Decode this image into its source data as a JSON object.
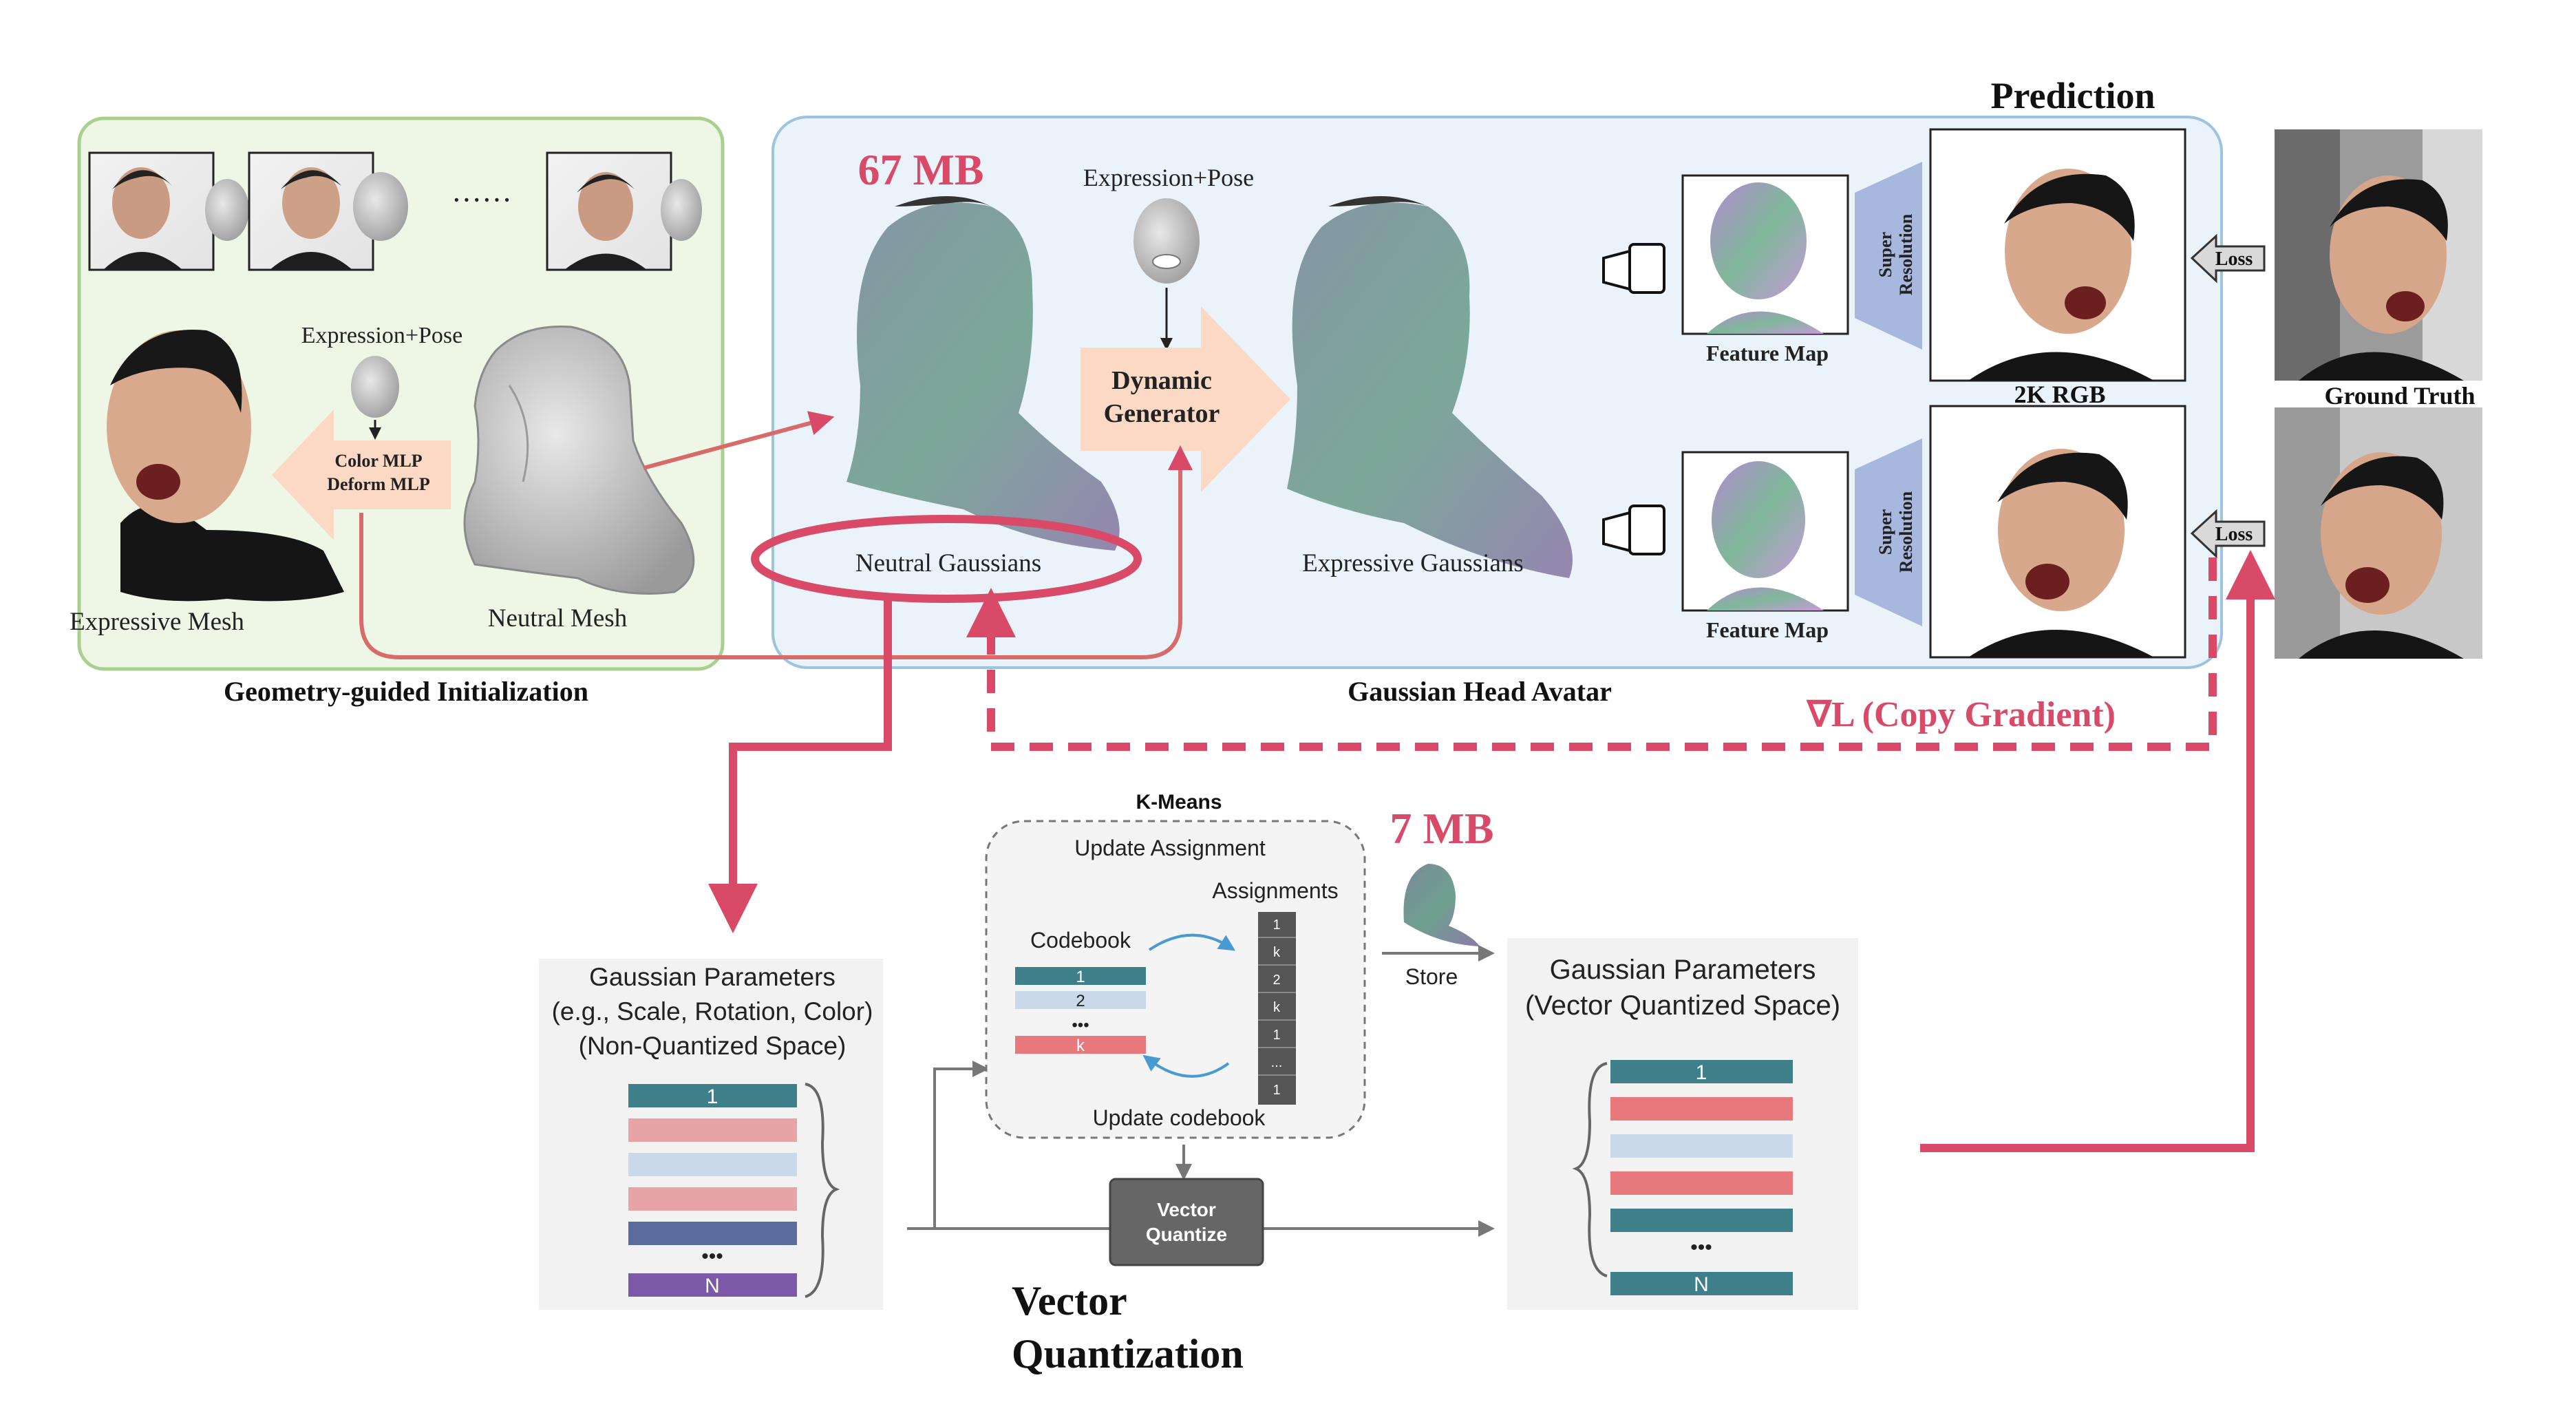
{
  "geometry_section": {
    "title": "Geometry-guided Initialization",
    "ellipsis": "······",
    "expression_pose": "Expression+Pose",
    "color_mlp": "Color MLP",
    "deform_mlp": "Deform MLP",
    "expressive_mesh": "Expressive Mesh",
    "neutral_mesh": "Neutral Mesh"
  },
  "avatar_section": {
    "title": "Gaussian Head Avatar",
    "size_label": "67 MB",
    "expression_pose": "Expression+Pose",
    "dynamic_generator_line1": "Dynamic",
    "dynamic_generator_line2": "Generator",
    "neutral_gaussians": "Neutral Gaussians",
    "expressive_gaussians": "Expressive Gaussians",
    "feature_map_top": "Feature Map",
    "feature_map_bottom": "Feature Map",
    "super_line1": "Super",
    "super_line2": "Resolution",
    "prediction": "Prediction",
    "rgb_label": "2K RGB",
    "ground_truth": "Ground Truth",
    "loss_top": "Loss",
    "loss_bottom": "Loss",
    "gradient_label": "∇L (Copy Gradient)"
  },
  "vq_section": {
    "left_panel_title": [
      "Gaussian Parameters",
      "(e.g., Scale, Rotation, Color)",
      "(Non-Quantized Space)"
    ],
    "left_rows": [
      "1",
      "",
      "",
      "",
      "",
      "•••",
      "N"
    ],
    "kmeans_title": "K-Means",
    "update_assignment": "Update Assignment",
    "assignments_label": "Assignments",
    "codebook_label": "Codebook",
    "codebook_rows": [
      "1",
      "2",
      "•••",
      "k"
    ],
    "assignment_cells": [
      "1",
      "k",
      "2",
      "k",
      "1",
      "...",
      "1"
    ],
    "update_codebook": "Update codebook",
    "small_size": "7 MB",
    "store": "Store",
    "vector_quantize_line1": "Vector",
    "vector_quantize_line2": "Quantize",
    "right_panel_title": [
      "Gaussian Parameters",
      "(Vector Quantized Space)"
    ],
    "right_rows": [
      "1",
      "",
      "",
      "",
      "",
      "•••",
      "N"
    ],
    "section_title_line1": "Vector",
    "section_title_line2": "Quantization"
  },
  "colors": {
    "accent_red": "#d94a68",
    "green_bg": "#eef7e6",
    "green_border": "#a9d08e",
    "blue_bg": "#eaf3f9",
    "blue_border": "#9cc3e0",
    "arrow_peach": "#fbd9c5",
    "teal": "#3f7f8a",
    "salmon": "#e7787c",
    "light_blue": "#c9d9ea",
    "purple": "#7b58a8",
    "slate": "#5a6b9e",
    "sr_blue": "#a7b7de"
  }
}
